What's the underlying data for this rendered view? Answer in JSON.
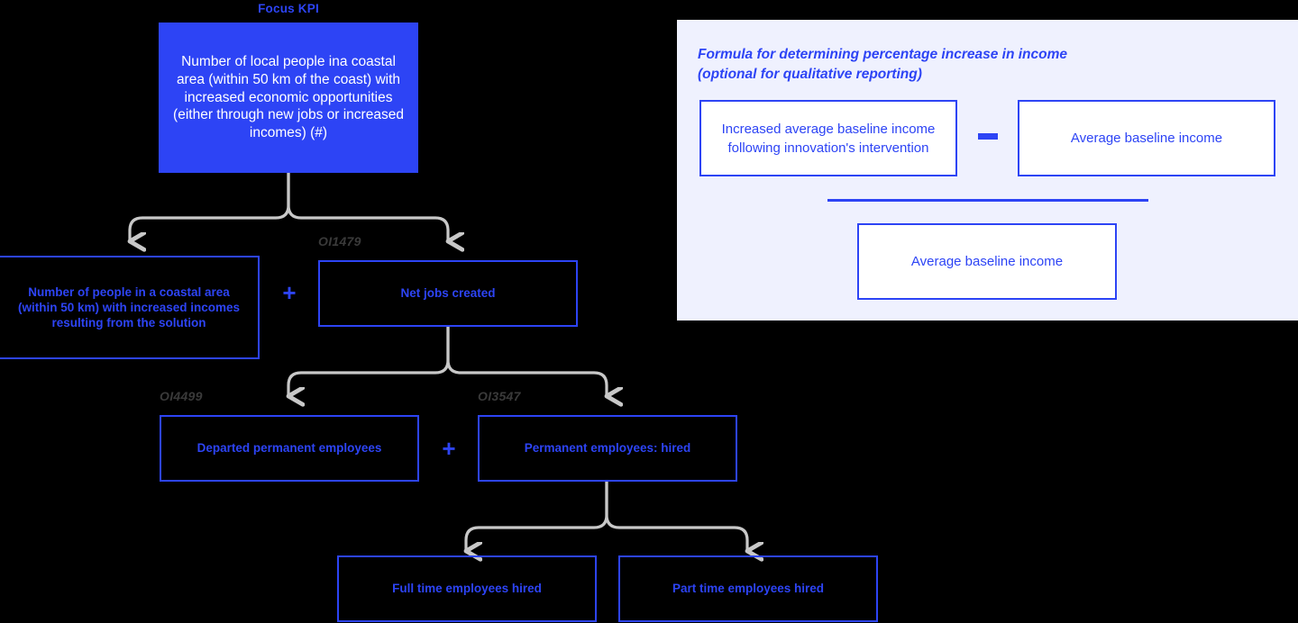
{
  "diagram": {
    "kpi_caption": "Focus KPI",
    "kpi_text": "Number of local people ina coastal area (within 50 km of the coast) with increased economic opportunities (either through new jobs or increased incomes) (#)",
    "nodes": [
      {
        "id": "increased-incomes",
        "label": "Number of people in a coastal area (within 50 km) with increased incomes resulting from the solution"
      },
      {
        "id": "net-jobs-created",
        "label": "Net jobs created"
      },
      {
        "id": "departed-permanent-employees",
        "label": "Departed permanent employees"
      },
      {
        "id": "permanent-employees-hired",
        "label": "Permanent employees: hired"
      },
      {
        "id": "full-time-employees-hired",
        "label": "Full time employees hired"
      },
      {
        "id": "part-time-employees-hired",
        "label": "Part time employees hired"
      }
    ],
    "edge_labels": [
      {
        "id": "oi1479",
        "text": "OI1479"
      },
      {
        "id": "oi4499",
        "text": "OI4499"
      },
      {
        "id": "oi3547",
        "text": "OI3547"
      }
    ],
    "operators": [
      {
        "id": "plus-row2",
        "glyph": "+"
      },
      {
        "id": "plus-row3",
        "glyph": "+"
      }
    ]
  },
  "formula": {
    "title": "Formula for determining percentage increase in income\n(optional for qualitative reporting)",
    "numerator_left": "Increased average baseline income following innovation's intervention",
    "numerator_operator": "minus",
    "numerator_right": "Average baseline income",
    "denominator": "Average baseline income"
  },
  "colors": {
    "brand_blue": "#2D44F5",
    "panel_background": "#EFF1FE",
    "connector_grey": "#C8C8C8",
    "edge_label_grey": "#3A3A3A",
    "canvas": "#000000",
    "box_fill_white": "#FFFFFF"
  }
}
